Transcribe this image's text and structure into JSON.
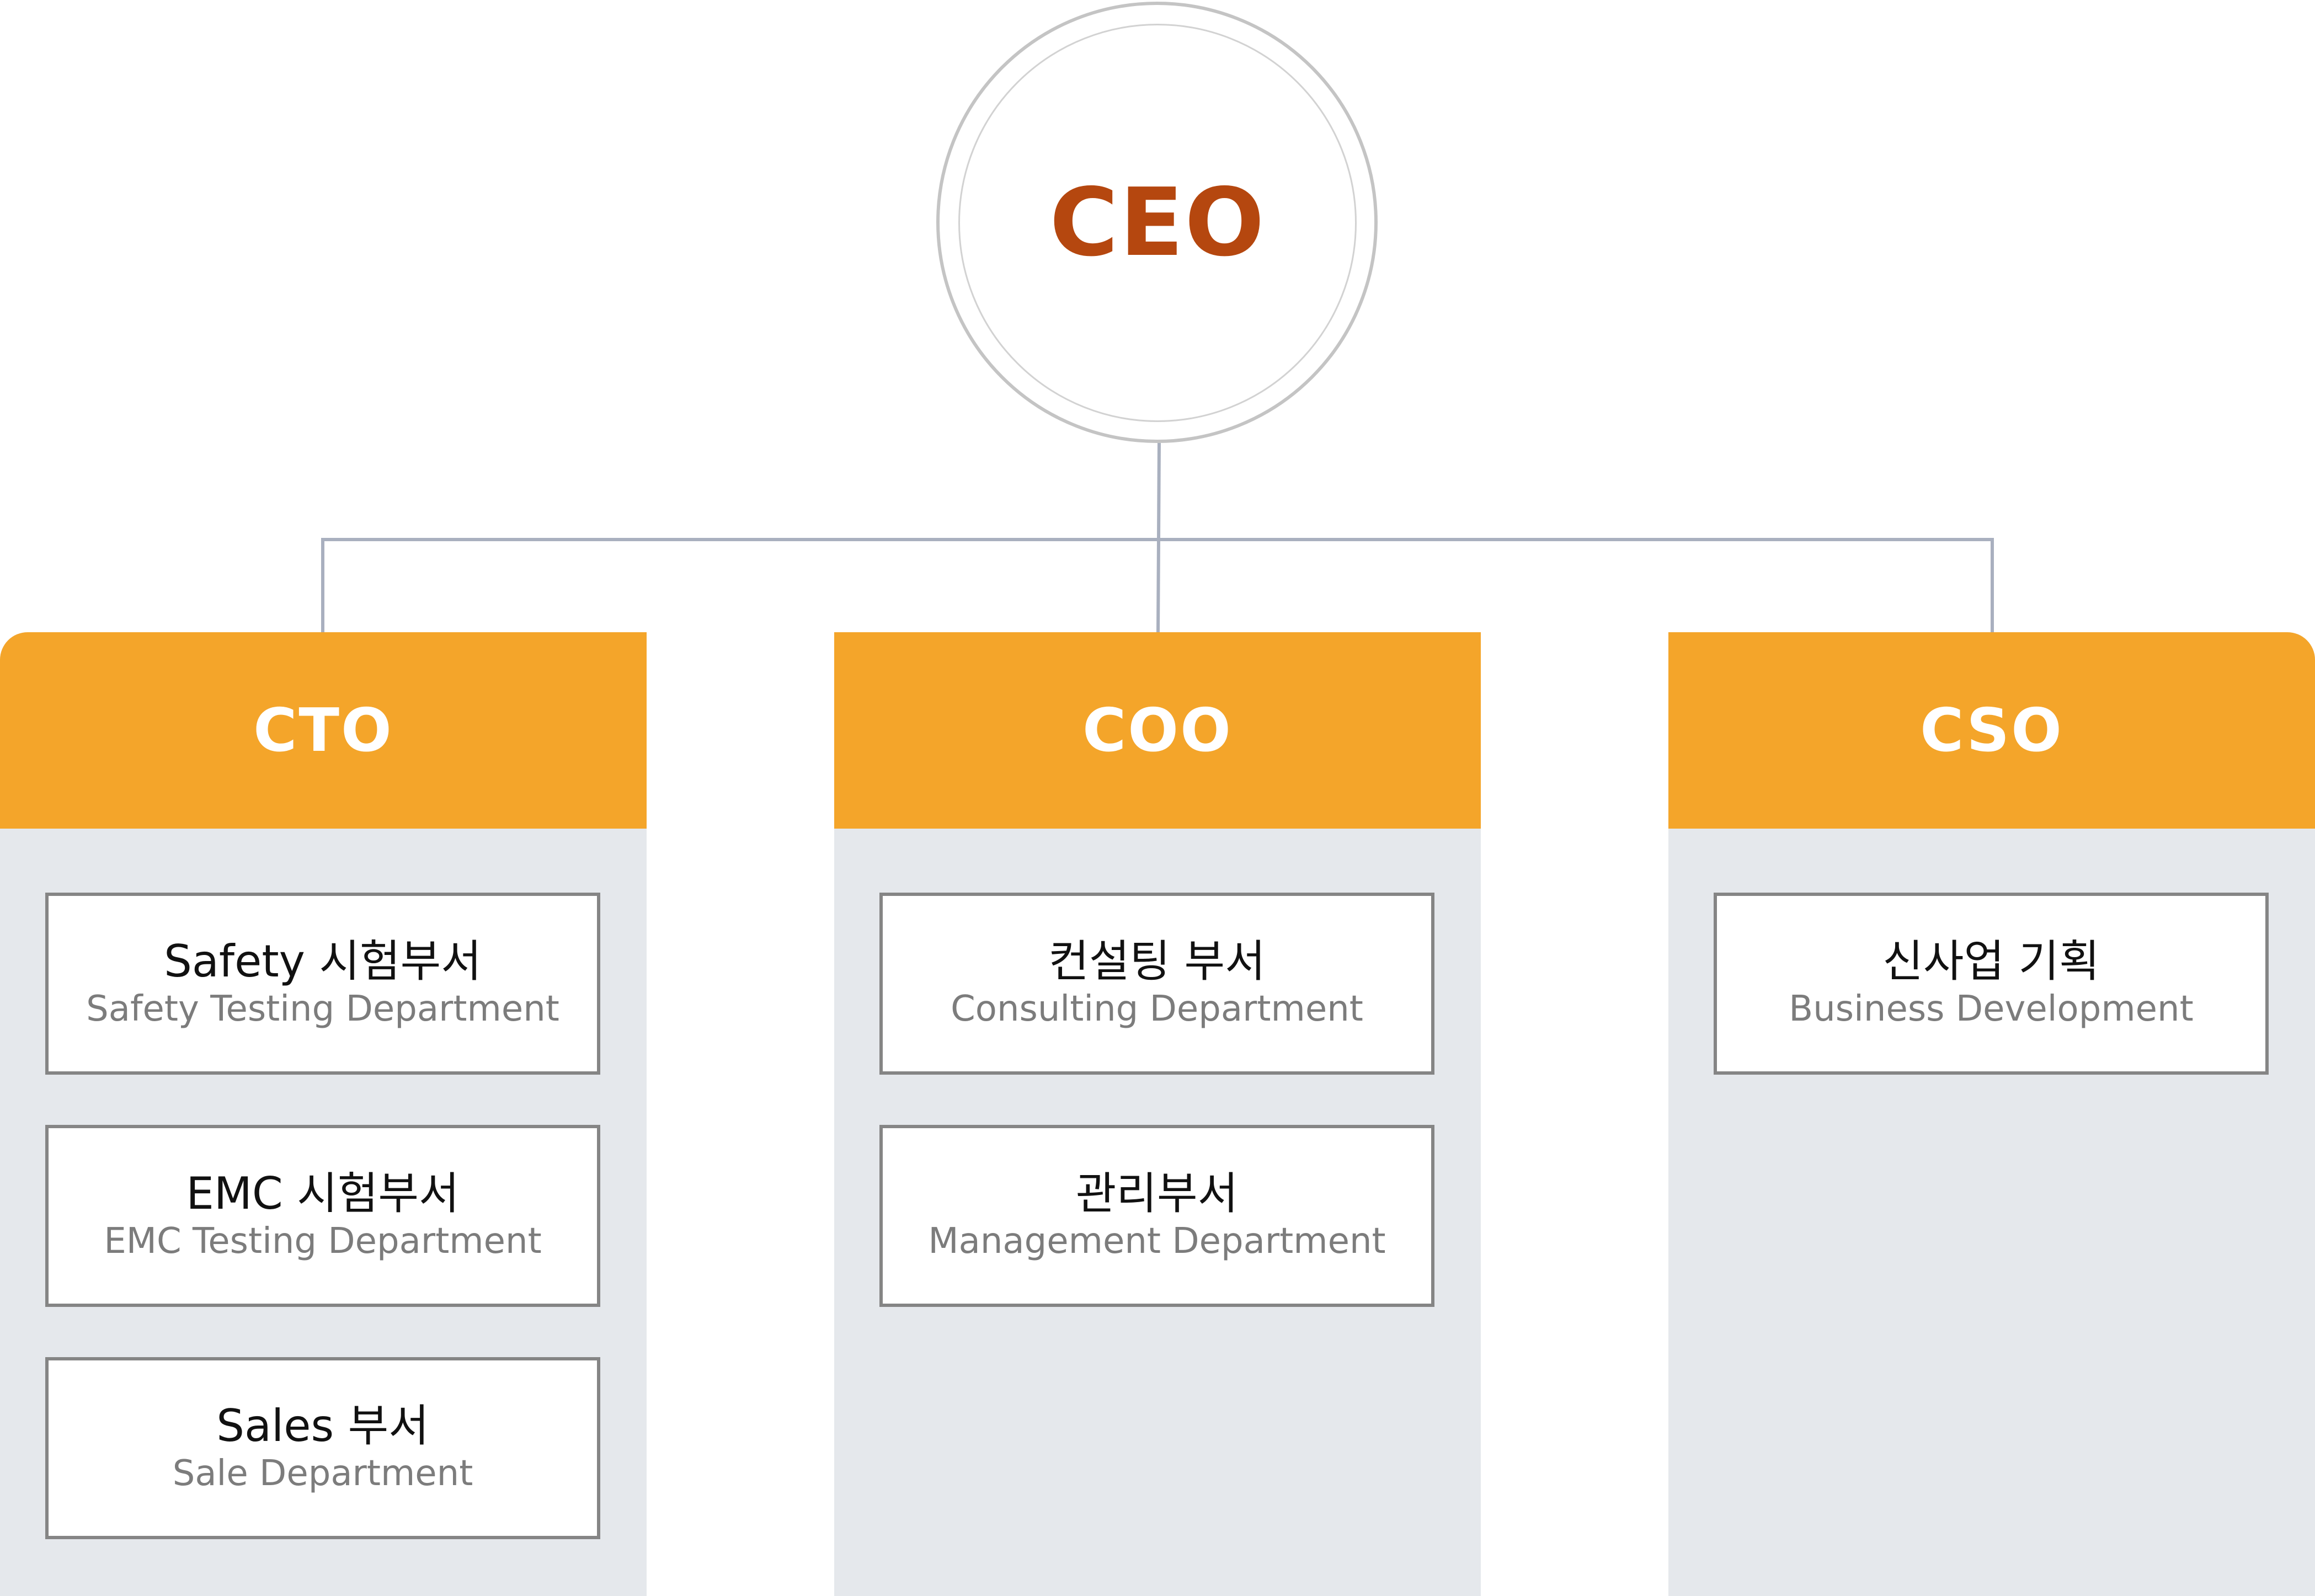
{
  "colors": {
    "ceo_text": "#b5470f",
    "header_fill": "#f4a52a",
    "column_fill": "#e5e8ec",
    "connector": "#a9b0bf",
    "circle_border": "#c4c4c4",
    "box_border": "#858585"
  },
  "ceo": {
    "label": "CEO"
  },
  "columns": [
    {
      "title": "CTO",
      "departments": [
        {
          "name": "Safety 시험부서",
          "english": "Safety Testing Department"
        },
        {
          "name": "EMC 시험부서",
          "english": "EMC Testing Department"
        },
        {
          "name": "Sales 부서",
          "english": "Sale Department"
        }
      ]
    },
    {
      "title": "COO",
      "departments": [
        {
          "name": "컨설팅 부서",
          "english": "Consulting Department"
        },
        {
          "name": "관리부서",
          "english": "Management Department"
        }
      ]
    },
    {
      "title": "CSO",
      "departments": [
        {
          "name": "신사업 기획",
          "english": "Business Development"
        }
      ]
    }
  ]
}
